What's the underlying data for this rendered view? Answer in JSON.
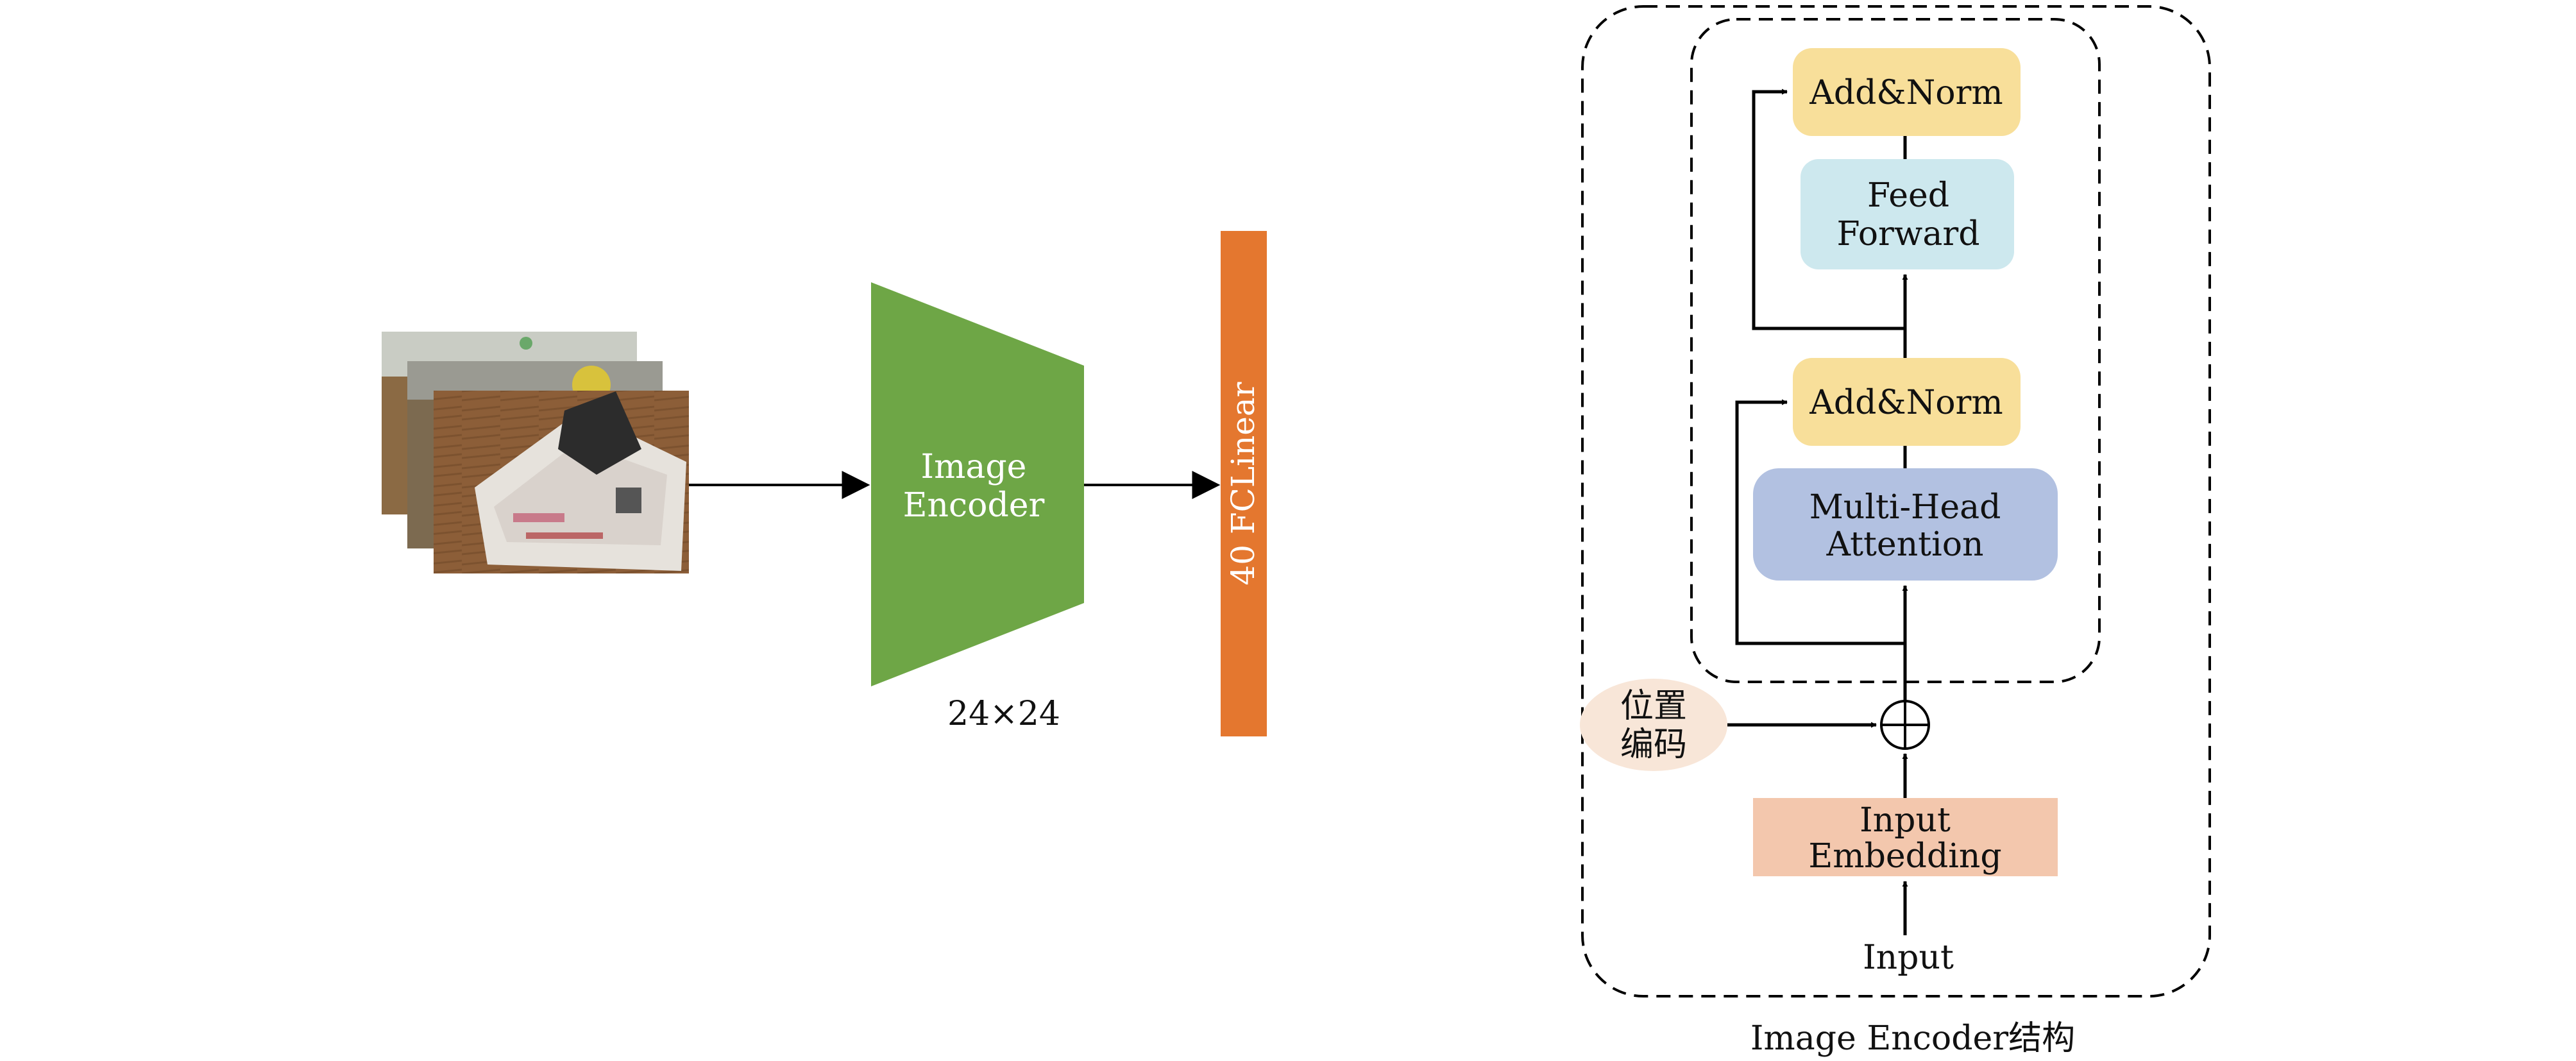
{
  "left_pipeline": {
    "encoder_label_line1": "Image",
    "encoder_label_line2": "Encoder",
    "encoder_size_label": "24×24",
    "fc_label": "40 FCLinear",
    "encoder_color": "#6ea646",
    "fc_color": "#e4772f"
  },
  "encoder_structure": {
    "add_norm_top": "Add&Norm",
    "feed_forward_line1": "Feed",
    "feed_forward_line2": "Forward",
    "add_norm_bottom": "Add&Norm",
    "mha_line1": "Multi-Head",
    "mha_line2": "Attention",
    "pos_enc_line1": "位置",
    "pos_enc_line2": "编码",
    "input_embedding_line1": "Input",
    "input_embedding_line2": "Embedding",
    "input_label": "Input",
    "caption": "Image Encoder结构",
    "colors": {
      "add_norm": "#f8df9a",
      "feed_forward": "#cde8ee",
      "mha": "#b2c1e1",
      "input_embedding": "#f3c7ad",
      "pos_enc": "#f8e6d8"
    }
  }
}
